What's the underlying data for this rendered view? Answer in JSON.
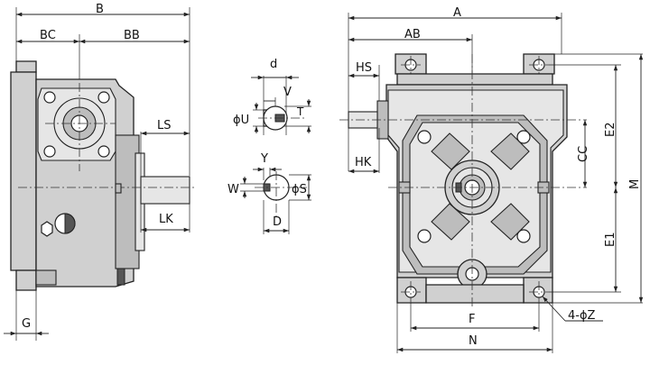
{
  "side_view": {
    "labels": {
      "B": "B",
      "BC": "BC",
      "BB": "BB",
      "LS": "LS",
      "LK": "LK",
      "G": "G"
    }
  },
  "shaft_detail": {
    "labels": {
      "d": "d",
      "V": "V",
      "U": "ϕU",
      "T": "T",
      "Y": "Y",
      "W": "W",
      "S": "ϕS",
      "D": "D"
    }
  },
  "front_view": {
    "labels": {
      "A": "A",
      "AB": "AB",
      "HS": "HS",
      "HK": "HK",
      "CC": "CC",
      "E2": "E2",
      "E1": "E1",
      "M": "M",
      "F": "F",
      "N": "N",
      "Z": "4-ϕZ"
    }
  }
}
